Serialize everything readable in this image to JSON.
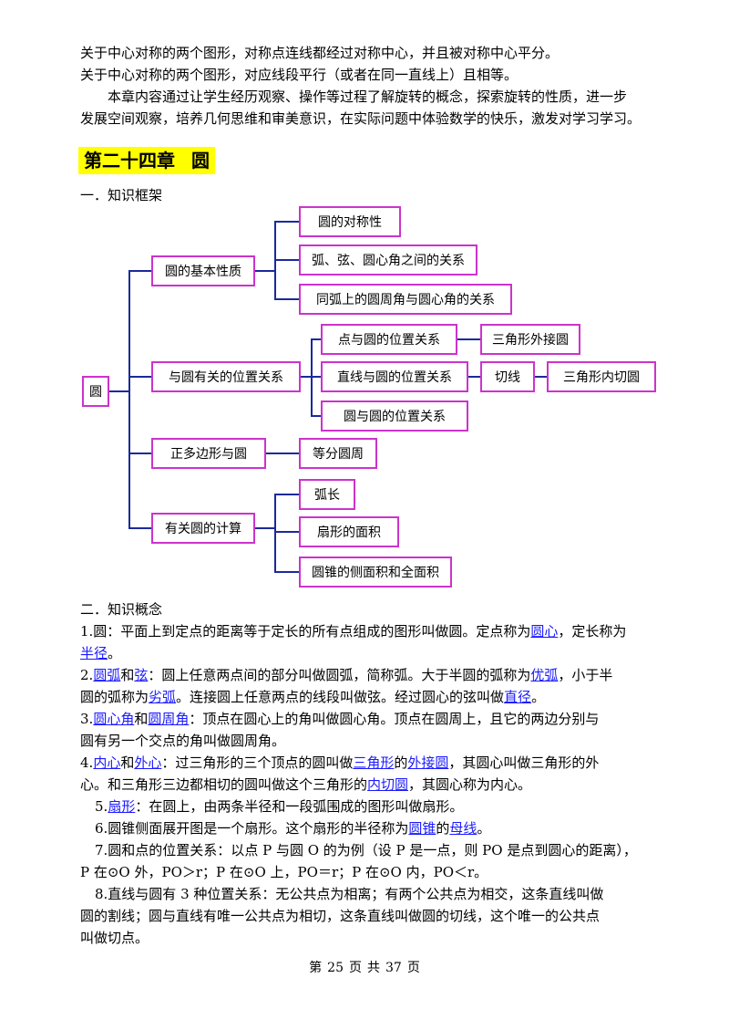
{
  "intro": {
    "line1": "关于中心对称的两个图形，对称点连线都经过对称中心，并且被对称中心平分。",
    "line2": "关于中心对称的两个图形，对应线段平行（或者在同一直线上）且相等。",
    "line3": "本章内容通过让学生经历观察、操作等过程了解旋转的概念，探索旋转的性质，进一步",
    "line4": "发展空间观察，培养几何思维和审美意识，在实际问题中体验数学的快乐，激发对学习学习。"
  },
  "chapter": {
    "part1": "第二十四章",
    "part2": "圆"
  },
  "section1_title": "一．知识框架",
  "framework": {
    "root": "圆",
    "b1": "圆的基本性质",
    "b1_c1": "圆的对称性",
    "b1_c2": "弧、弦、圆心角之间的关系",
    "b1_c3": "同弧上的圆周角与圆心角的关系",
    "b2": "与圆有关的位置关系",
    "b2_c1": "点与圆的位置关系",
    "b2_c1_d": "三角形外接圆",
    "b2_c2": "直线与圆的位置关系",
    "b2_c2_d": "切线",
    "b2_c2_e": "三角形内切圆",
    "b2_c3": "圆与圆的位置关系",
    "b3": "正多边形与圆",
    "b3_c1": "等分圆周",
    "b4": "有关圆的计算",
    "b4_c1": "弧长",
    "b4_c2": "扇形的面积",
    "b4_c3": "圆锥的侧面积和全面积"
  },
  "section2_title": "二．知识概念",
  "concepts": {
    "c1": {
      "a": "1.圆：平面上到定点的距离等于定长的所有点组成的图形叫做圆。定点称为",
      "l1": "圆心",
      "b": "，定长称为",
      "l2": "半径",
      "c": "。"
    },
    "c2": {
      "a": "2.",
      "l1": "圆弧",
      "b": "和",
      "l2": "弦",
      "c": "：圆上任意两点间的部分叫做圆弧，简称弧。大于半圆的弧称为",
      "l3": "优弧",
      "d": "，小于半",
      "e": "圆的弧称为",
      "l4": "劣弧",
      "f": "。连接圆上任意两点的线段叫做弦。经过圆心的弦叫做",
      "l5": "直径",
      "g": "。"
    },
    "c3": {
      "a": "3.",
      "l1": "圆心角",
      "b": "和",
      "l2": "圆周角",
      "c": "：顶点在圆心上的角叫做圆心角。顶点在圆周上，且它的两边分别与",
      "d": "圆有另一个交点的角叫做圆周角。"
    },
    "c4": {
      "a": "4.",
      "l1": "内心",
      "b": "和",
      "l2": "外心",
      "c": "：过三角形的三个顶点的圆叫做",
      "l3": "三角形",
      "d": "的",
      "l4": "外接圆",
      "e": "，其圆心叫做三角形的外",
      "f": "心。和三角形三边都相切的圆叫做这个三角形的",
      "l5": "内切圆",
      "g": "，其圆心称为内心。"
    },
    "c5": {
      "a": "5.",
      "l1": "扇形",
      "b": "：在圆上，由两条半径和一段弧围成的图形叫做扇形。"
    },
    "c6": {
      "a": "6.圆锥侧面展开图是一个扇形。这个扇形的半径称为",
      "l1": "圆锥",
      "b": "的",
      "l2": "母线",
      "c": "。"
    },
    "c7": {
      "a": "7.圆和点的位置关系：以点 P 与圆 O 的为例（设 P 是一点，则 PO 是点到圆心的距离），",
      "b": "P 在⊙O 外，PO＞r；P 在⊙O 上，PO＝r；P 在⊙O 内，PO＜r。"
    },
    "c8": {
      "a": "8.直线与圆有 3 种位置关系：无公共点为相离；有两个公共点为相交，这条直线叫做",
      "b": "圆的割线；圆与直线有唯一公共点为相切，这条直线叫做圆的切线，这个唯一的公共点",
      "c": "叫做切点。"
    }
  },
  "footer": {
    "pre": "第",
    "page": "25",
    "mid1": "页",
    "mid2": "共",
    "total": "37",
    "post": "页"
  }
}
